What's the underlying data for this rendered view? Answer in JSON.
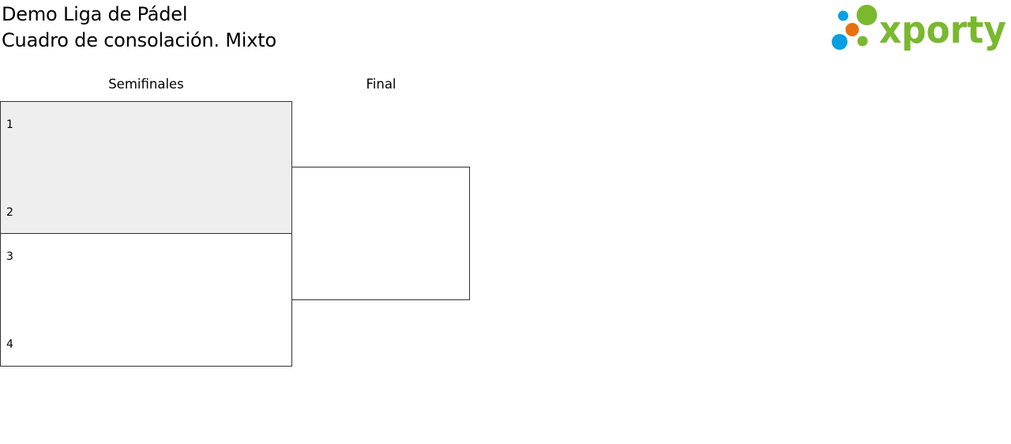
{
  "header": {
    "title": "Demo Liga de Pádel",
    "subtitle": "Cuadro de consolación. Mixto"
  },
  "logo": {
    "text": "xporty",
    "colors": {
      "green": "#7ab82f",
      "blue": "#0a9fe0",
      "orange": "#e8710d"
    }
  },
  "bracket": {
    "rounds": [
      {
        "name": "Semifinales",
        "matches": [
          {
            "slots": [
              "1",
              "2"
            ],
            "shaded": true
          },
          {
            "slots": [
              "3",
              "4"
            ],
            "shaded": false
          }
        ]
      },
      {
        "name": "Final",
        "matches": [
          {
            "slots": [
              "",
              ""
            ],
            "shaded": false
          }
        ]
      }
    ]
  }
}
